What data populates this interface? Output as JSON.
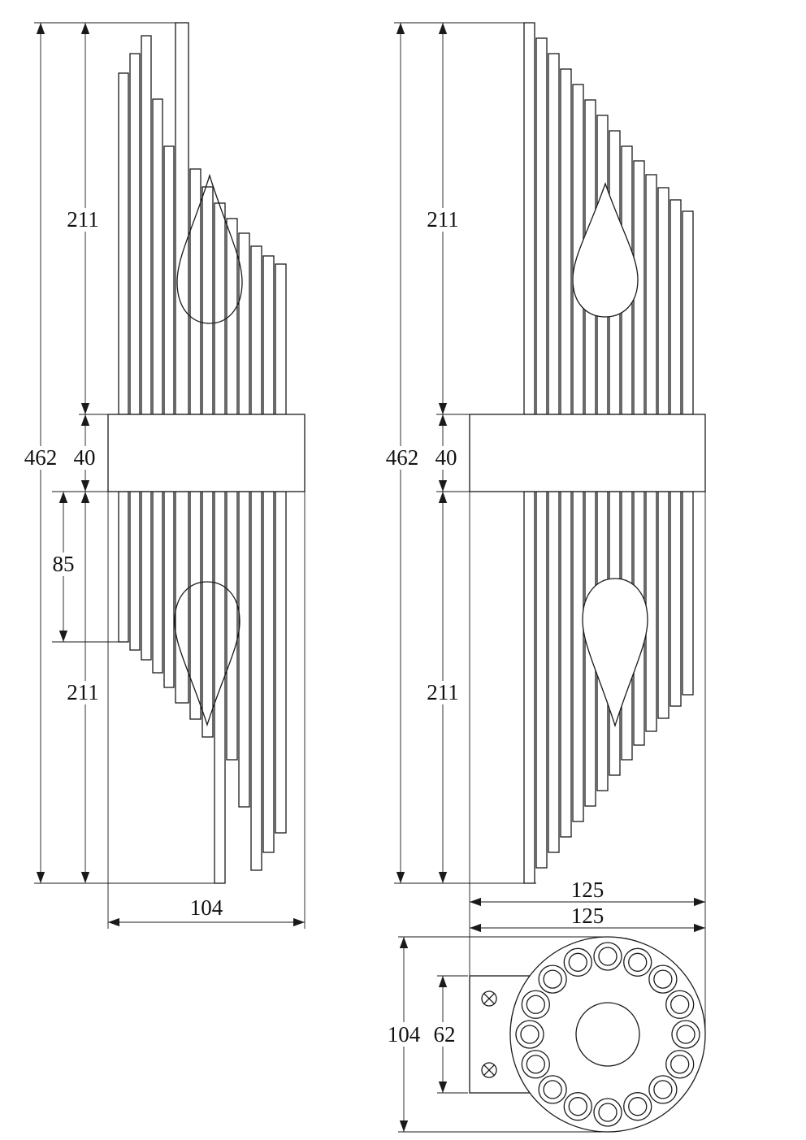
{
  "page": {
    "background": "#ffffff",
    "line_color": "#1a1a1a"
  },
  "views": {
    "front": {
      "name": "front-side-view",
      "total_height": "462",
      "upper_section": "211",
      "bracket_height": "40",
      "lower_stub": "85",
      "lower_section": "211",
      "depth": "104"
    },
    "side": {
      "name": "right-side-view",
      "total_height": "462",
      "upper_section": "211",
      "bracket_height": "40",
      "lower_section": "211",
      "width": "125"
    },
    "top": {
      "name": "top-view",
      "width": "125",
      "depth": "104",
      "backplate_height": "62"
    }
  }
}
